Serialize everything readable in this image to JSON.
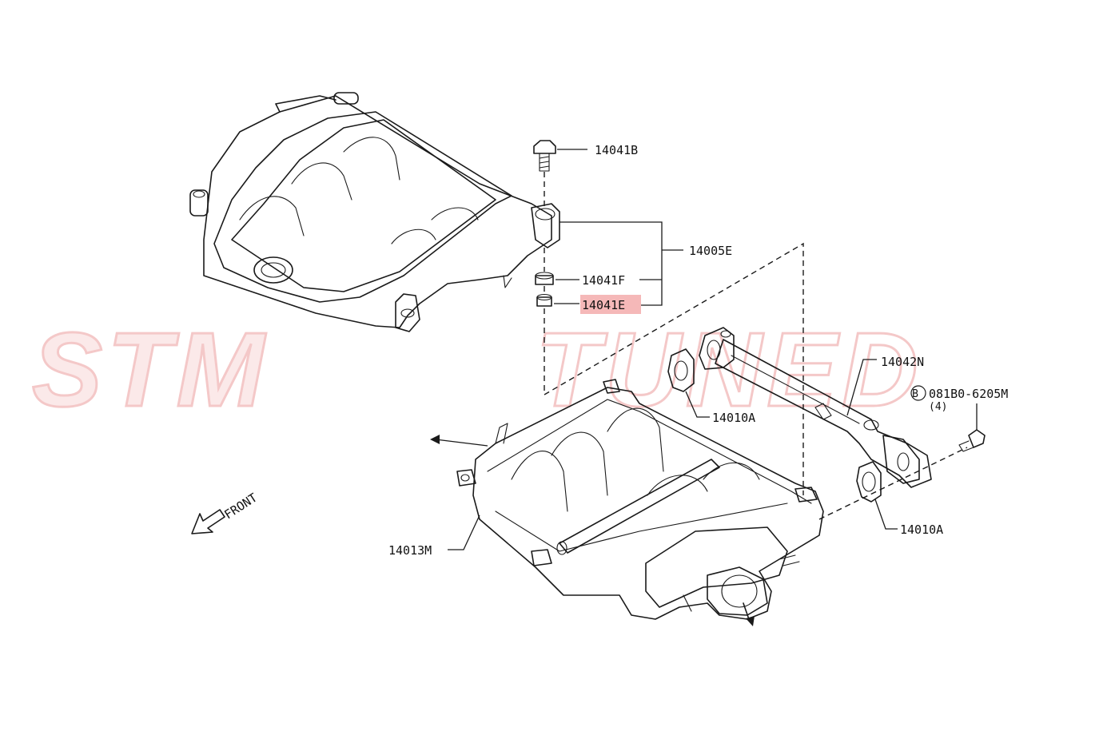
{
  "watermark": {
    "left": "STM",
    "right": "TUNED",
    "color": "#f4c8c8"
  },
  "callouts": {
    "bolt_top": "14041B",
    "cover_assembly": "14005E",
    "grommet": "14041F",
    "collar": "14041E",
    "collector_pipe": "14042N",
    "gasket_upper": "14010A",
    "gasket_lower": "14010A",
    "bolt_ref": "081B0-6205M",
    "bolt_ref_marker": "B",
    "bolt_qty": "(4)",
    "manifold": "14013M",
    "front": "FRONT"
  },
  "highlight": {
    "target": "14041E",
    "color": "#f5b8b8"
  }
}
